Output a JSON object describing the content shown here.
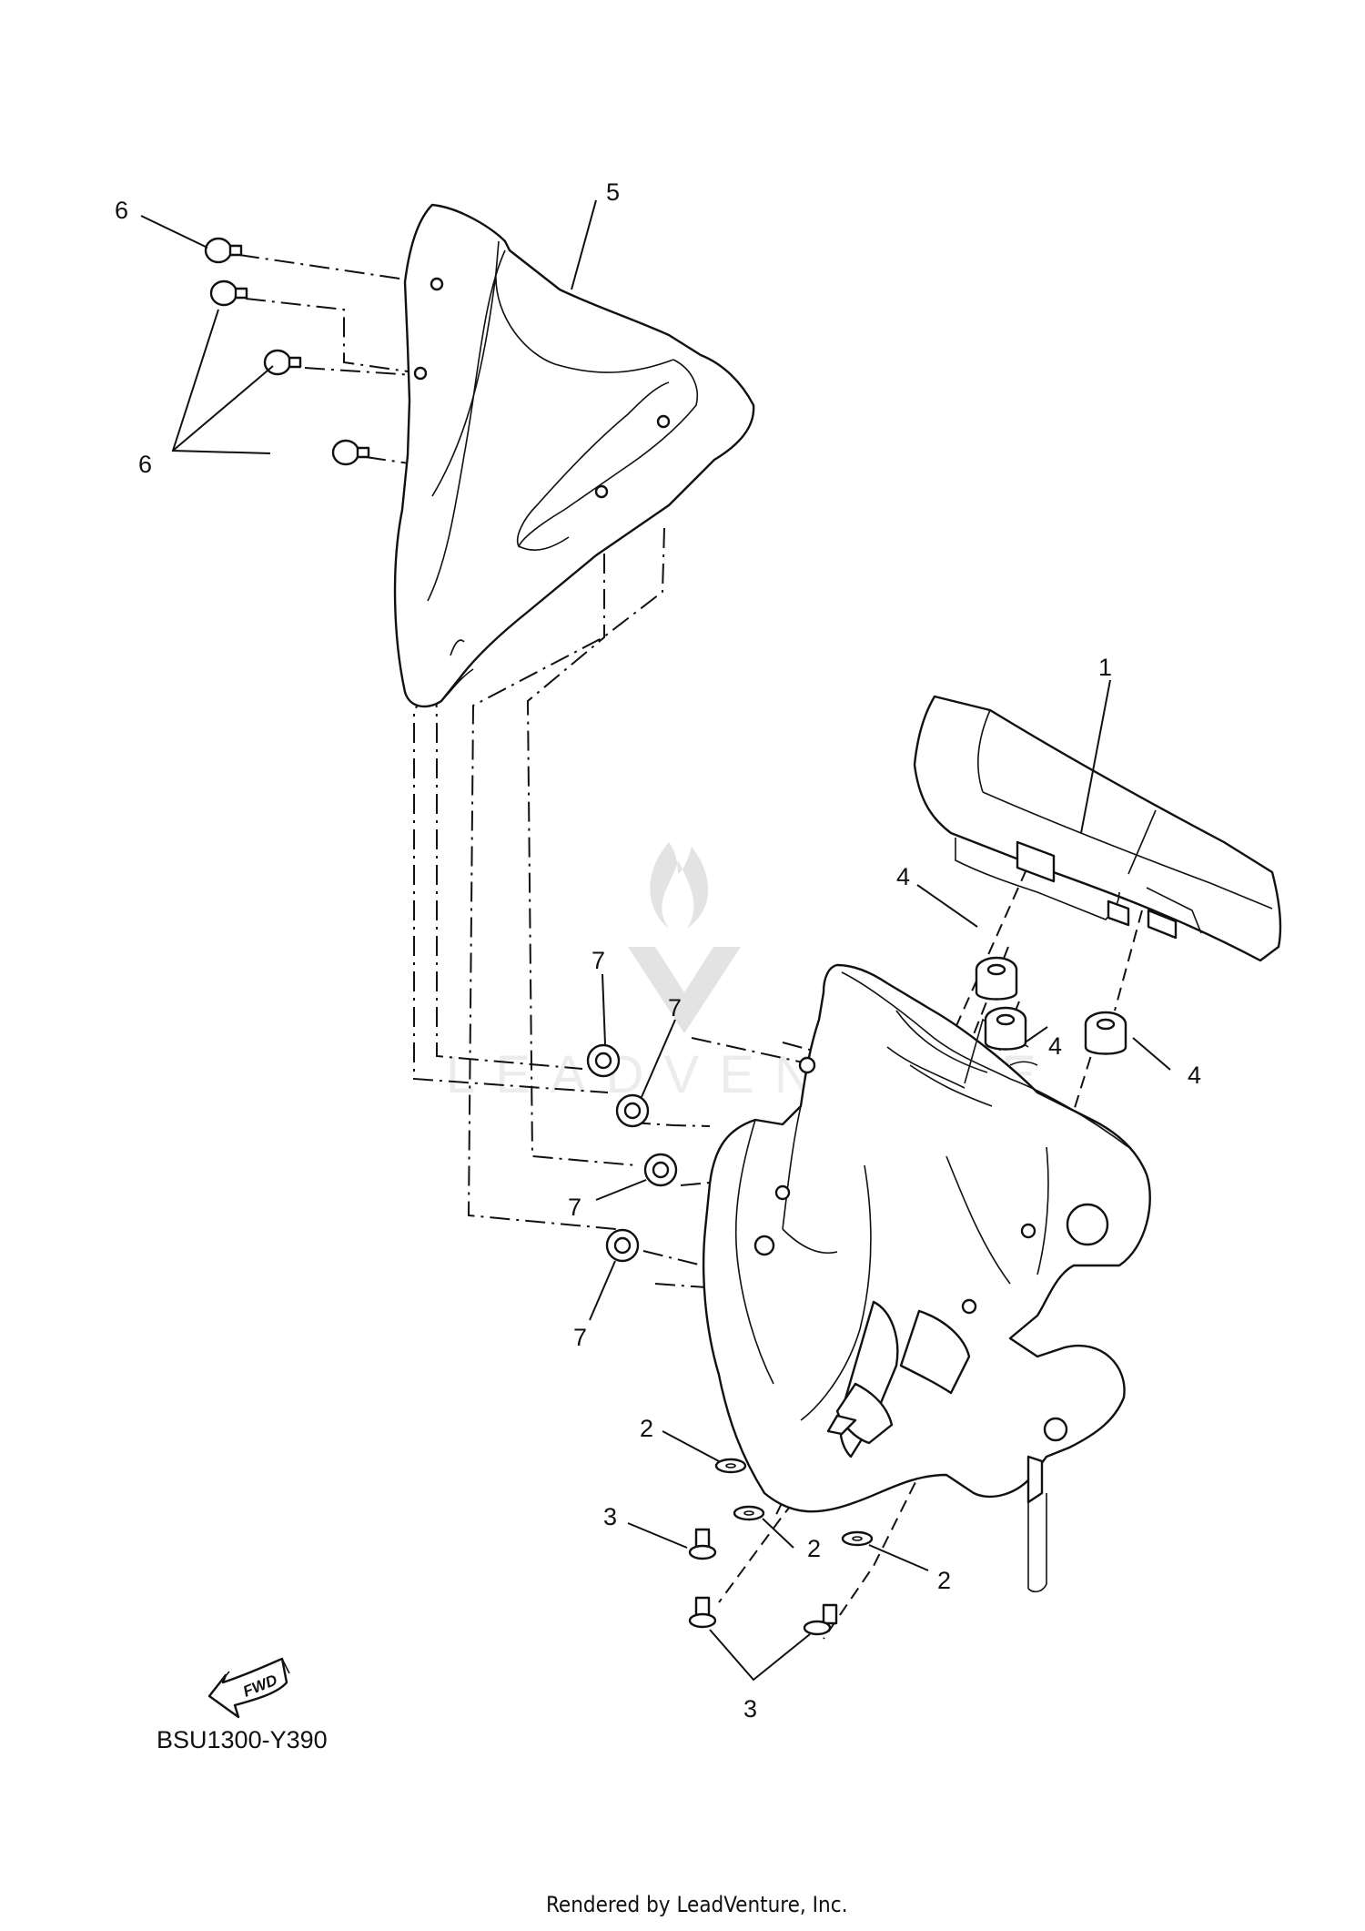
{
  "diagram": {
    "code": "BSU1300-Y390",
    "credit": "Rendered by LeadVenture, Inc.",
    "watermark": "LEADVENTURE",
    "fwd_label": "FWD",
    "callouts": {
      "c1": "1",
      "c2a": "2",
      "c2b": "2",
      "c2c": "2",
      "c3a": "3",
      "c3b": "3",
      "c4a": "4",
      "c4b": "4",
      "c4c": "4",
      "c5": "5",
      "c6a": "6",
      "c6b": "6",
      "c7a": "7",
      "c7b": "7",
      "c7c": "7",
      "c7d": "7"
    }
  }
}
